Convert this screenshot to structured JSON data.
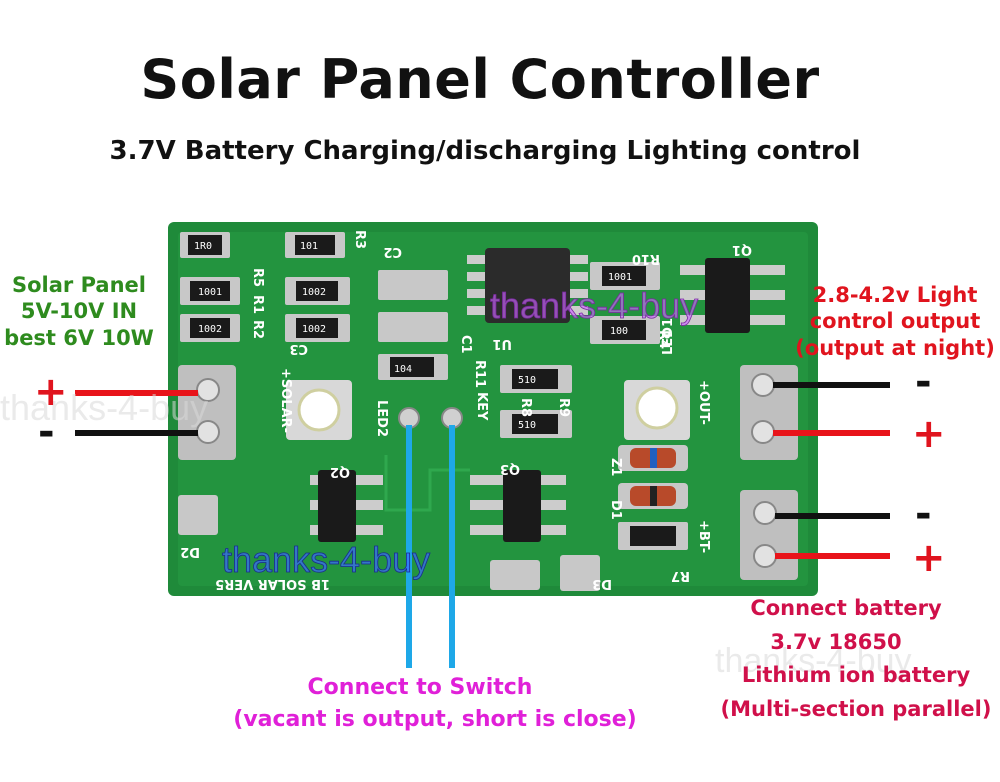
{
  "title": "Solar Panel Controller",
  "subtitle": "3.7V Battery Charging/discharging Lighting control",
  "labels": {
    "solar": [
      "Solar Panel",
      "5V-10V IN",
      "best 6V 10W"
    ],
    "light_output": [
      "2.8-4.2v Light",
      "control output",
      "(output at night)"
    ],
    "battery": [
      "Connect battery",
      "3.7v 18650",
      "Lithium ion battery",
      "(Multi-section parallel)"
    ],
    "switch": [
      "Connect to Switch",
      "(vacant is output, short is close)"
    ]
  },
  "polarity": {
    "solar_plus": "+",
    "solar_minus": "-",
    "out_minus": "-",
    "out_plus": "+",
    "bat_minus": "-",
    "bat_plus": "+"
  },
  "watermark": "thanks-4-buy",
  "board": {
    "silkscreen": [
      "+SOLAR-",
      "LED2",
      "KEY",
      "LED1",
      "+OUT-",
      "+BT-",
      "1B SOLAR VER5",
      "C3",
      "C2",
      "C1",
      "R11",
      "R8",
      "R9",
      "R10",
      "R4",
      "R2",
      "R5",
      "R1",
      "R3",
      "Q1",
      "Q2",
      "Q3",
      "D1",
      "D2",
      "D3",
      "Z1",
      "R7",
      "U1"
    ],
    "resistor_codes": [
      "1R0",
      "1001",
      "1002",
      "101",
      "1002",
      "1002",
      "104",
      "510",
      "510",
      "1001",
      "100"
    ]
  },
  "colors": {
    "board": "#1f8a3a",
    "board_dark": "#176b2c",
    "pad": "#c8c8c8",
    "wire_red": "#e8141a",
    "wire_black": "#111111",
    "wire_blue": "#1ea8e8"
  }
}
